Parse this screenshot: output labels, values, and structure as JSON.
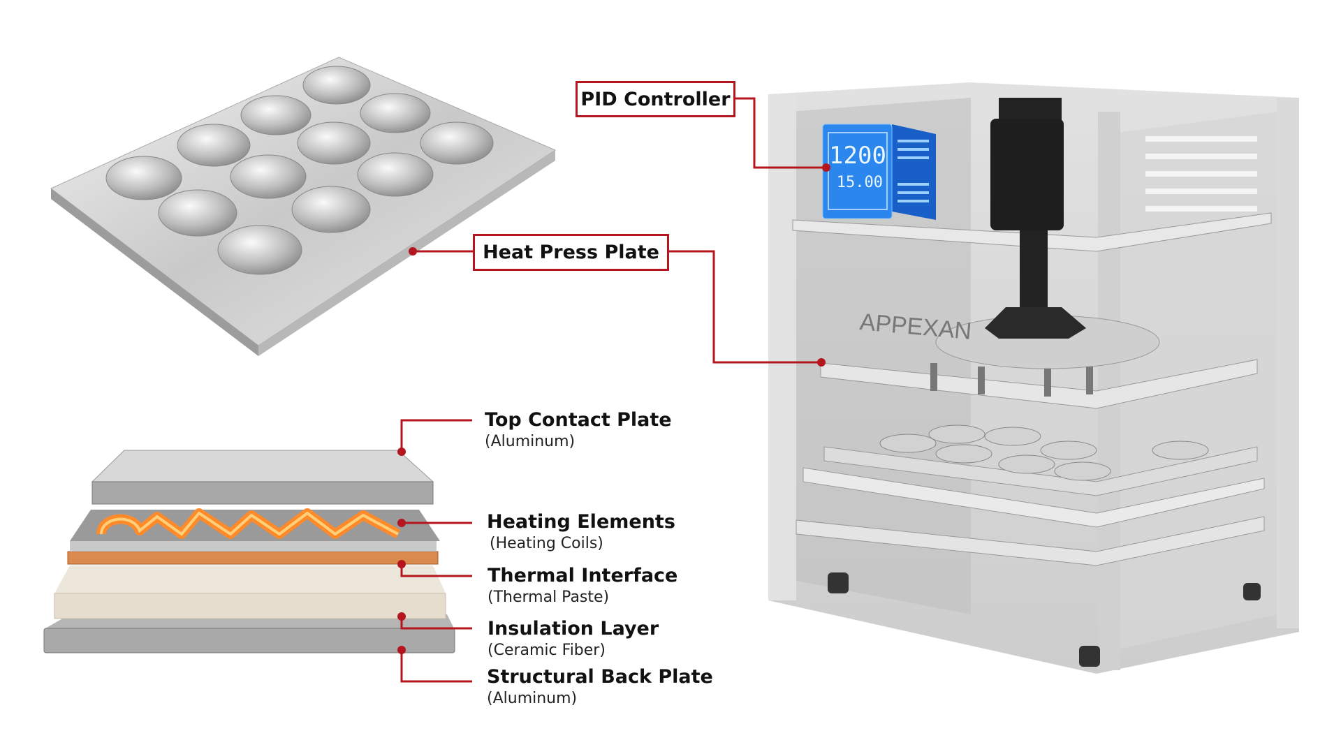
{
  "callouts": {
    "pid_controller": "PID Controller",
    "heat_press_plate": "Heat Press Plate"
  },
  "layers": [
    {
      "title": "Top Contact Plate",
      "subtitle": "(Aluminum)"
    },
    {
      "title": "Heating Elements",
      "subtitle": "(Heating Coils)"
    },
    {
      "title": "Thermal Interface",
      "subtitle": "(Thermal Paste)"
    },
    {
      "title": "Insulation Layer",
      "subtitle": "(Ceramic Fiber)"
    },
    {
      "title": "Structural Back Plate",
      "subtitle": "(Aluminum)"
    }
  ],
  "controller_display": {
    "pv": "1200",
    "sv": "15.00"
  },
  "cabinet_brand": "APPEXAN",
  "colors": {
    "accent": "#b5161e",
    "display": "#1f7ae0",
    "copper": "#e07a2a"
  }
}
